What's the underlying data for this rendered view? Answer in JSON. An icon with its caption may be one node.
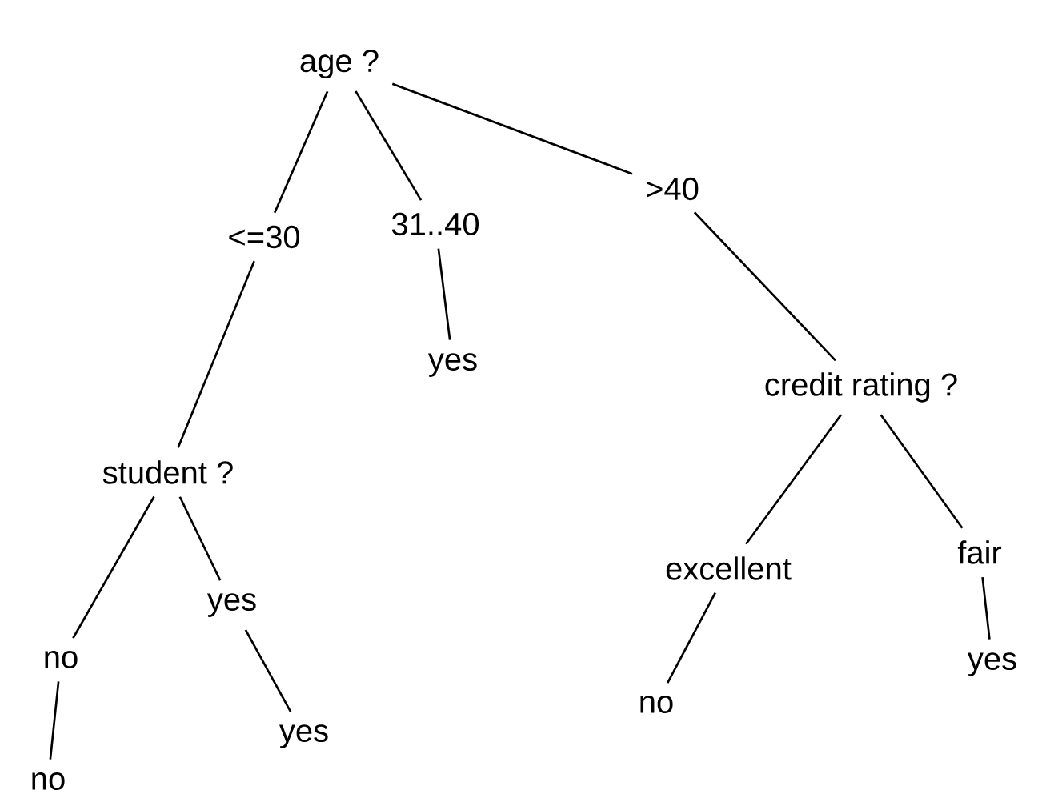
{
  "diagram": {
    "nodes": [
      {
        "text": [
          "age ?"
        ]
      },
      {
        "text": [
          "<=30"
        ]
      },
      {
        "text": [
          "31..40"
        ]
      },
      {
        "text": [
          ">40"
        ]
      },
      {
        "text": [
          "student ?"
        ]
      },
      {
        "text": [
          "yes"
        ]
      },
      {
        "text": [
          "credit rating ?"
        ]
      },
      {
        "text": [
          "no"
        ]
      },
      {
        "text": [
          "yes"
        ]
      },
      {
        "text": [
          "excellent"
        ]
      },
      {
        "text": [
          "fair"
        ]
      },
      {
        "text": [
          "no"
        ]
      },
      {
        "text": [
          "yes"
        ]
      },
      {
        "text": [
          "no"
        ]
      },
      {
        "text": [
          "yes"
        ]
      }
    ],
    "edges": [
      {
        "from": 0,
        "to": 1,
        "arrow": "none"
      },
      {
        "from": 0,
        "to": 2,
        "arrow": "none"
      },
      {
        "from": 0,
        "to": 3,
        "arrow": "none"
      },
      {
        "from": 1,
        "to": 4,
        "arrow": "none"
      },
      {
        "from": 2,
        "to": 5,
        "arrow": "none"
      },
      {
        "from": 3,
        "to": 6,
        "arrow": "none"
      },
      {
        "from": 4,
        "to": 7,
        "arrow": "none"
      },
      {
        "from": 4,
        "to": 8,
        "arrow": "none"
      },
      {
        "from": 6,
        "to": 9,
        "arrow": "none"
      },
      {
        "from": 6,
        "to": 10,
        "arrow": "none"
      },
      {
        "from": 7,
        "to": 11,
        "arrow": "none"
      },
      {
        "from": 8,
        "to": 12,
        "arrow": "none"
      },
      {
        "from": 9,
        "to": 13,
        "arrow": "none"
      },
      {
        "from": 10,
        "to": 14,
        "arrow": "none"
      }
    ]
  }
}
